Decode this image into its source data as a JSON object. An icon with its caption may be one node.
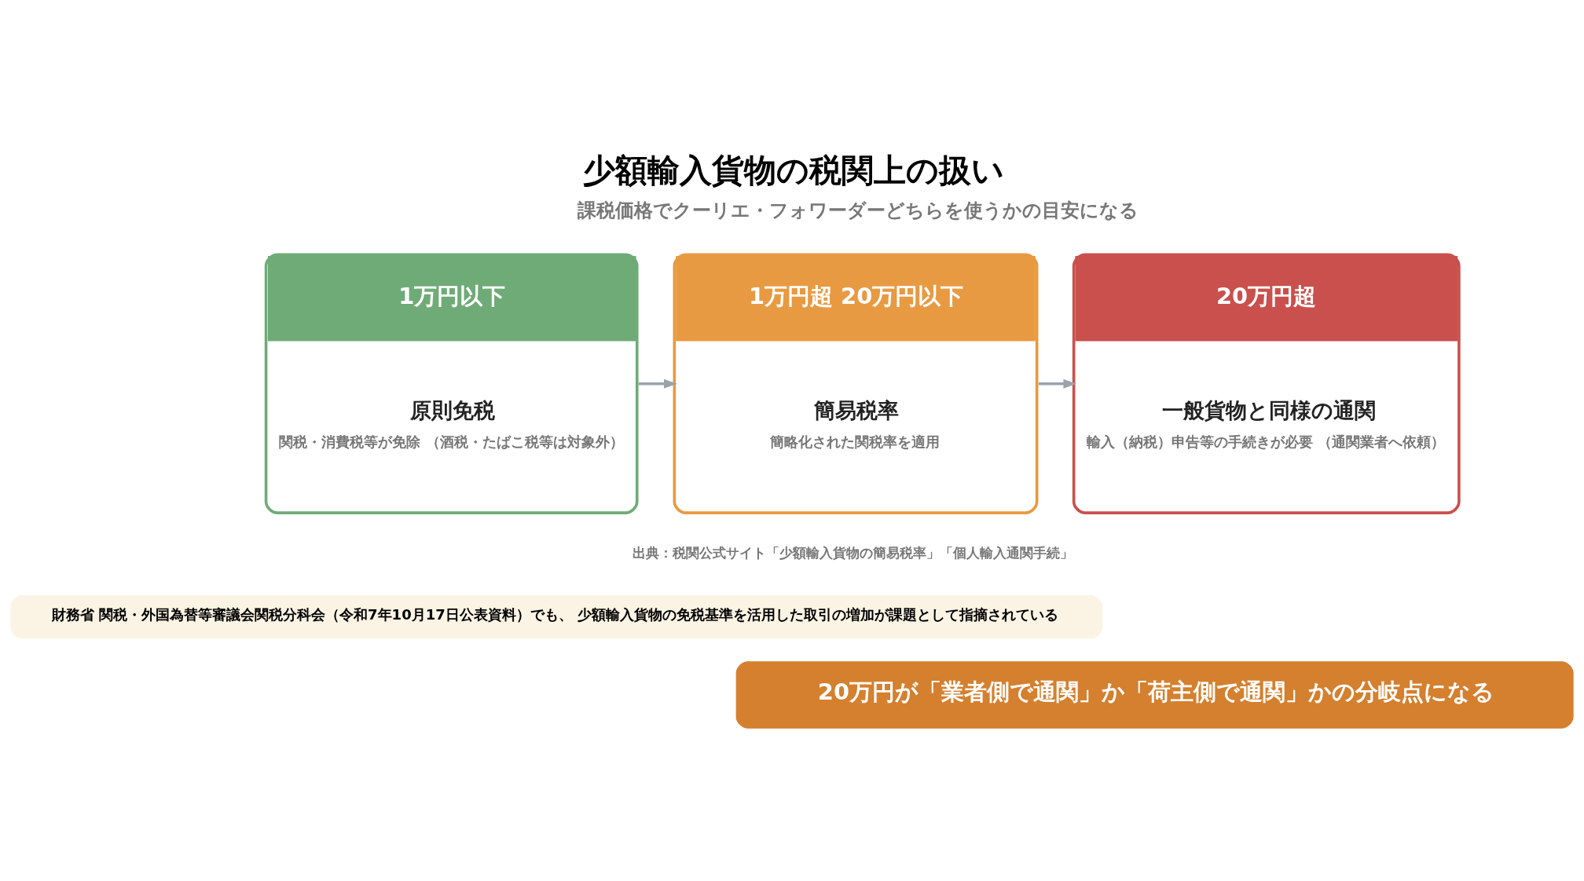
{
  "diagram": {
    "title": "少額輸入貨物の税関上の扱い",
    "nodes": [
      {
        "text": [
          "1万円以下",
          "原則免税",
          "関税・消費税等が免除 （酒税・たばこ税等は対象外）"
        ]
      },
      {
        "text": [
          "1万円超 20万円以下",
          "簡易税率",
          "簡略化された関税率を適用"
        ]
      },
      {
        "text": [
          "20万円超",
          "一般貨物と同様の通関",
          "輸入（納税）申告等の手続きが必要 （通関業者へ依頼）"
        ]
      },
      {
        "text": [
          "財務省 関税・外国為替等審議会関税分科会（令和7年10月17日公表資料）でも、 少額輸入貨物の免税基準を活用した取引の増加が課題として指摘されている"
        ]
      },
      {
        "text": [
          "20万円が「業者側で通関」か「荷主側で通関」かの分岐点になる"
        ]
      }
    ],
    "edges": [
      {
        "from": 0,
        "to": 1,
        "arrow": "to"
      },
      {
        "from": 1,
        "to": 2,
        "arrow": "to"
      }
    ],
    "labels": [
      "課税価格でクーリエ・フォワーダーどちらを使うかの目安になる",
      "出典：税関公式サイト「少額輸入貨物の簡易税率」「個人輸入通関手続」"
    ]
  }
}
